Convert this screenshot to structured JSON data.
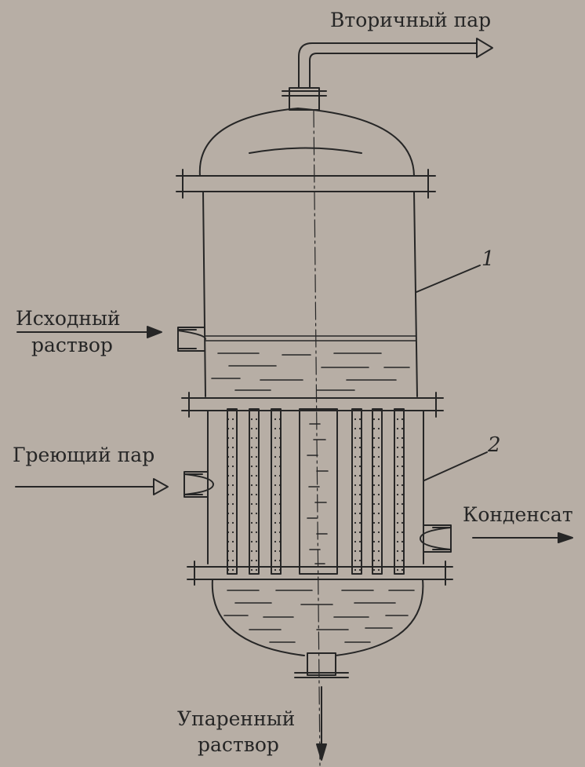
{
  "labels": {
    "secondary_steam": "Вторичный пар",
    "feed_solution_line1": "Исходный",
    "feed_solution_line2": "раствор",
    "heating_steam": "Греющий пар",
    "condensate": "Конденсат",
    "evaporated_solution_line1": "Упаренный",
    "evaporated_solution_line2": "раствор",
    "callout_1": "1",
    "callout_2": "2"
  },
  "colors": {
    "paper": "#b7aea5",
    "ink": "#262626"
  }
}
